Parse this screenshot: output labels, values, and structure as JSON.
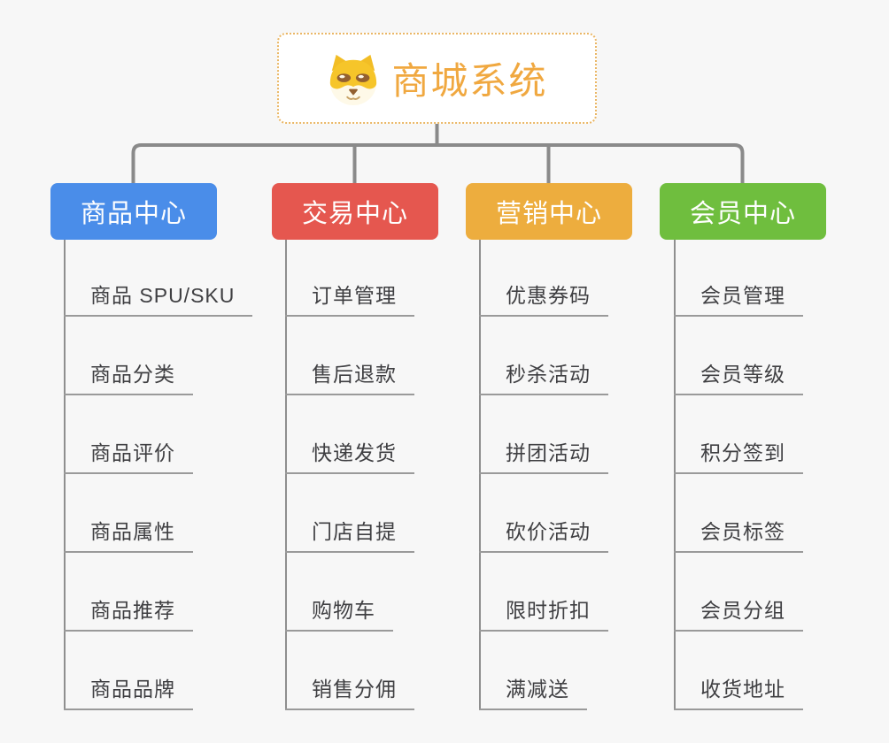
{
  "root": {
    "title": "商城系统",
    "icon": "shiba-dog-icon"
  },
  "branches": [
    {
      "label": "商品中心",
      "color": "#4a8de9",
      "items": [
        "商品 SPU/SKU",
        "商品分类",
        "商品评价",
        "商品属性",
        "商品推荐",
        "商品品牌"
      ]
    },
    {
      "label": "交易中心",
      "color": "#e5574f",
      "items": [
        "订单管理",
        "售后退款",
        "快递发货",
        "门店自提",
        "购物车",
        "销售分佣"
      ]
    },
    {
      "label": "营销中心",
      "color": "#edad3e",
      "items": [
        "优惠券码",
        "秒杀活动",
        "拼团活动",
        "砍价活动",
        "限时折扣",
        "满减送"
      ]
    },
    {
      "label": "会员中心",
      "color": "#6fbe3e",
      "items": [
        "会员管理",
        "会员等级",
        "积分签到",
        "会员标签",
        "会员分组",
        "收货地址"
      ]
    }
  ],
  "colors": {
    "background": "#f7f7f7",
    "root_accent": "#f0a840",
    "root_border": "#eab766",
    "connector_line": "#8a8a8a",
    "leaf_line": "#9a9a9a",
    "leaf_text": "#3f3f42"
  }
}
